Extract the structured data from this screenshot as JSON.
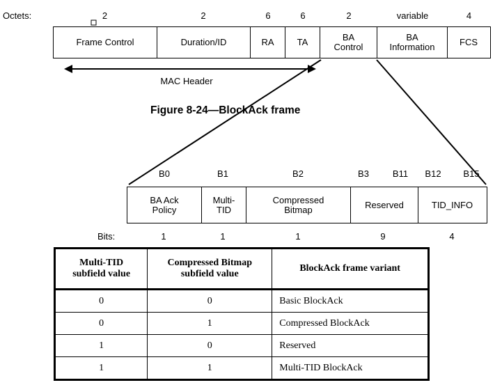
{
  "frame": {
    "octets_label": "Octets:",
    "fields": [
      {
        "name": "Frame Control",
        "octets": "2"
      },
      {
        "name": "Duration/ID",
        "octets": "2"
      },
      {
        "name": "RA",
        "octets": "6"
      },
      {
        "name": "TA",
        "octets": "6"
      },
      {
        "name": "BA Control",
        "line1": "BA",
        "line2": "Control",
        "octets": "2"
      },
      {
        "name": "BA Information",
        "line1": "BA",
        "line2": "Information",
        "octets": "variable"
      },
      {
        "name": "FCS",
        "octets": "4"
      }
    ],
    "mac_header_label": "MAC Header",
    "caption": "Figure 8-24—BlockAck frame"
  },
  "ba_control": {
    "bit_positions": [
      "B0",
      "B1",
      "B2",
      "B3",
      "B11",
      "B12",
      "B15"
    ],
    "fields": [
      {
        "line1": "BA Ack",
        "line2": "Policy",
        "bits": "1"
      },
      {
        "line1": "Multi-",
        "line2": "TID",
        "bits": "1"
      },
      {
        "line1": "Compressed",
        "line2": "Bitmap",
        "bits": "1"
      },
      {
        "line1": "Reserved",
        "line2": "",
        "bits": "9"
      },
      {
        "line1": "TID_INFO",
        "line2": "",
        "bits": "4"
      }
    ],
    "bits_label": "Bits:"
  },
  "variants_table": {
    "headers": [
      {
        "line1": "Multi-TID",
        "line2": "subfield value"
      },
      {
        "line1": "Compressed Bitmap",
        "line2": "subfield value"
      },
      {
        "line1": "BlockAck frame variant",
        "line2": ""
      }
    ],
    "rows": [
      {
        "multi_tid": "0",
        "compressed": "0",
        "variant": "Basic BlockAck"
      },
      {
        "multi_tid": "0",
        "compressed": "1",
        "variant": "Compressed BlockAck"
      },
      {
        "multi_tid": "1",
        "compressed": "0",
        "variant": "Reserved"
      },
      {
        "multi_tid": "1",
        "compressed": "1",
        "variant": "Multi-TID BlockAck"
      }
    ]
  }
}
